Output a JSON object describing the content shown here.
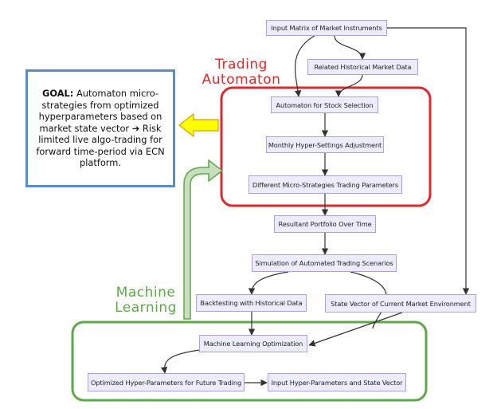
{
  "nodes": {
    "input_matrix": "Input Matrix of Market Instruments",
    "historical_data": "Related Historical Market Data",
    "automaton_selection": "Automaton for Stock Selection",
    "monthly_adjustment": "Monthly Hyper-Settings Adjustment",
    "micro_strategies": "Different Micro-Strategies Trading Parameters",
    "resultant_portfolio": "Resultant Portfolio Over Time",
    "simulation": "Simulation of Automated Trading Scenarios",
    "backtesting": "Backtesting with Historical Data",
    "state_vector": "State Vector of Current Market Environment",
    "ml_optimization": "Machine Learning Optimization",
    "optimized_params": "Optimized Hyper-Parameters for Future Trading",
    "input_params": "Input Hyper-Parameters and State Vector"
  },
  "regions": {
    "trading_automaton": "Trading Automaton",
    "machine_learning": "Machine Learning"
  },
  "goal": {
    "heading": "GOAL:",
    "text": "Automaton micro-strategies from optimized hyperparameters based on market state vector ➔ Risk limited live algo-trading for forward time-period via ECN platform."
  },
  "colors": {
    "node_fill": "#ececfd",
    "node_border": "#a7a4d6",
    "trading_region": "#e0292c",
    "ml_region": "#5fa84a",
    "goal_border": "#5b8cc4",
    "goal_arrow": "#ffff00"
  }
}
